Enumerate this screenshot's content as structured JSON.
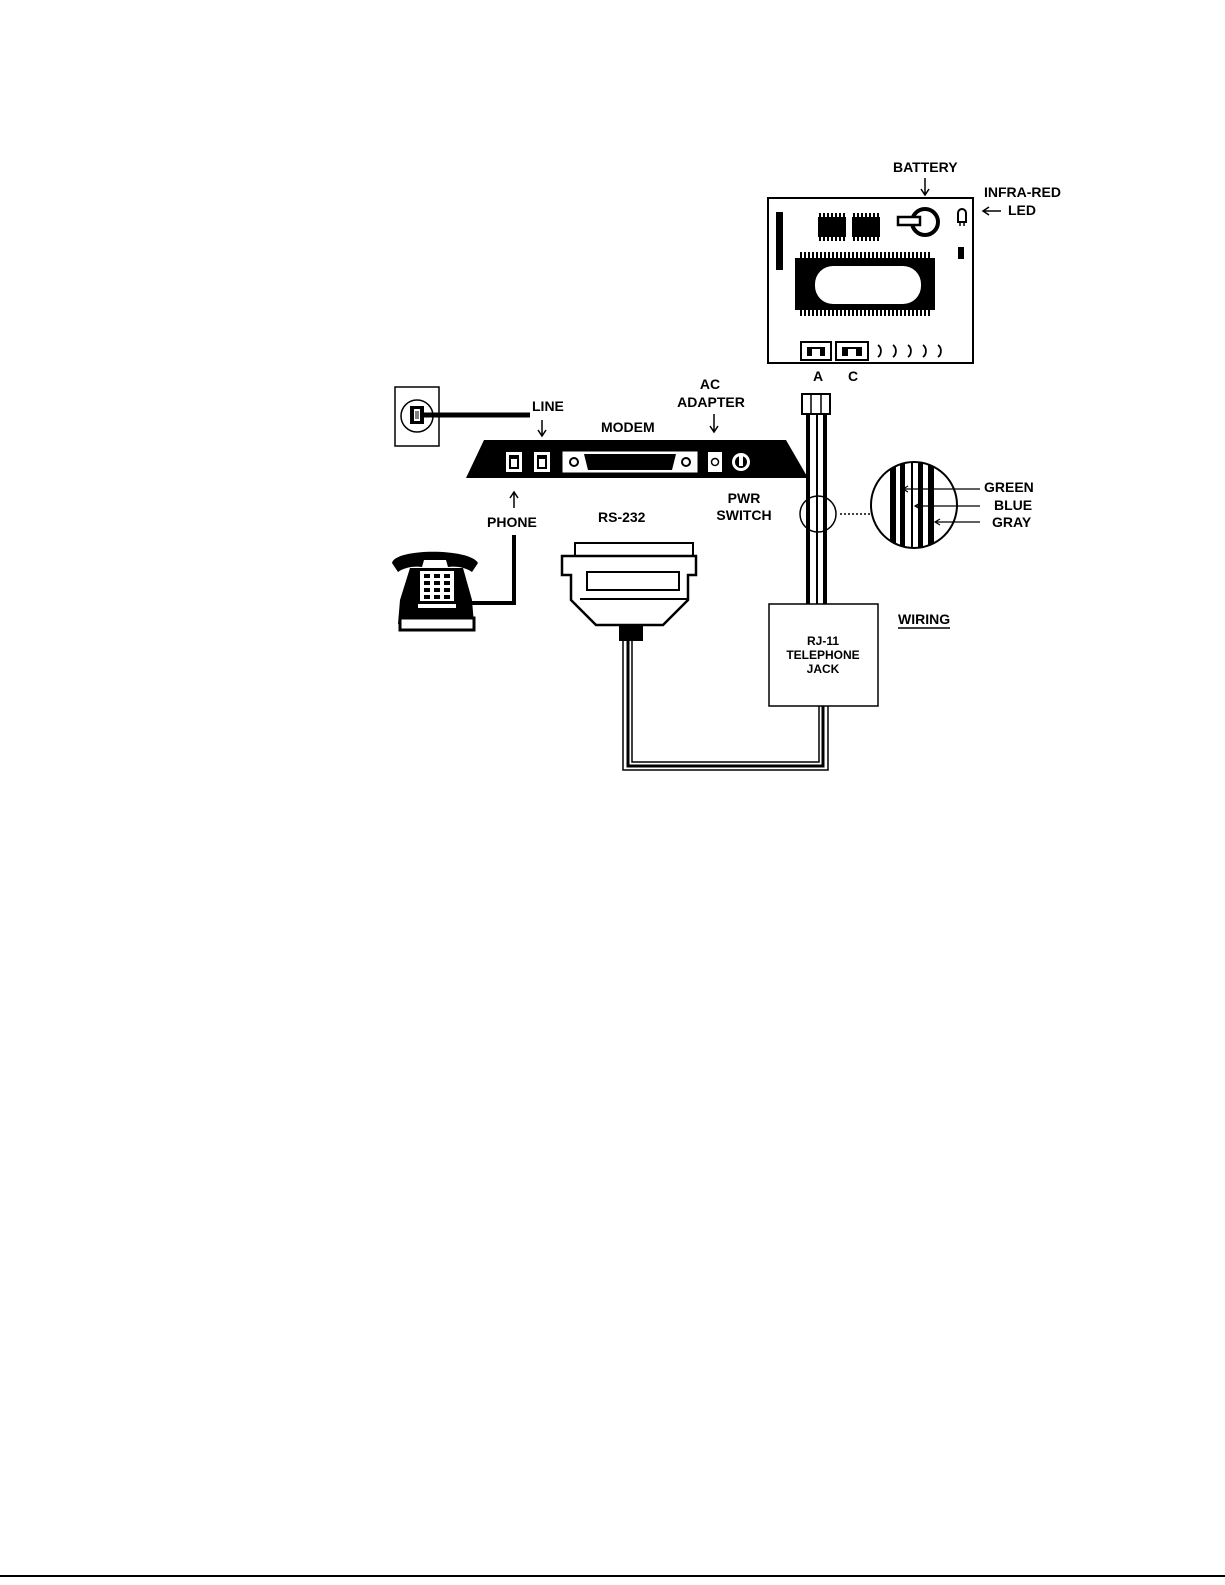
{
  "labels": {
    "battery": "BATTERY",
    "infrared_line1": "INFRA-RED",
    "infrared_line2": "LED",
    "connector_a": "A",
    "connector_c": "C",
    "line": "LINE",
    "ac_line1": "AC",
    "ac_line2": "ADAPTER",
    "modem": "MODEM",
    "phone": "PHONE",
    "pwr_line1": "PWR",
    "pwr_line2": "SWITCH",
    "rs232": "RS-232",
    "green": "GREEN",
    "blue": "BLUE",
    "gray": "GRAY",
    "wiring": "WIRING",
    "jack_line1": "RJ-11",
    "jack_line2": "TELEPHONE",
    "jack_line3": "JACK"
  }
}
